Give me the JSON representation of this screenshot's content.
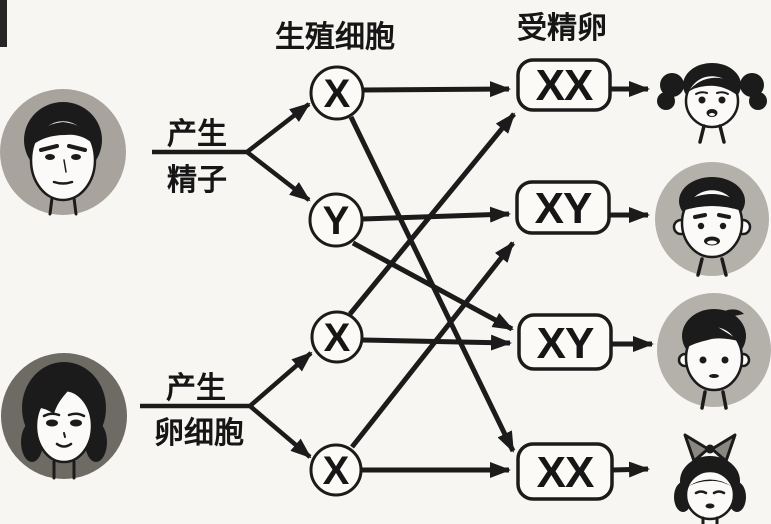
{
  "diagram": {
    "header_gametes": "生殖细胞",
    "header_zygote": "受精卵",
    "father": {
      "role": "father",
      "label_line1": "产生",
      "label_line2": "精子"
    },
    "mother": {
      "role": "mother",
      "label_line1": "产生",
      "label_line2": "卵细胞"
    },
    "gametes": [
      {
        "id": "sperm-x",
        "parent": "father",
        "label": "X"
      },
      {
        "id": "sperm-y",
        "parent": "father",
        "label": "Y"
      },
      {
        "id": "egg-x-1",
        "parent": "mother",
        "label": "X"
      },
      {
        "id": "egg-x-2",
        "parent": "mother",
        "label": "X"
      }
    ],
    "zygotes": [
      {
        "id": "zygote-1",
        "label": "XX",
        "child": "girl"
      },
      {
        "id": "zygote-2",
        "label": "XY",
        "child": "boy"
      },
      {
        "id": "zygote-3",
        "label": "XY",
        "child": "boy"
      },
      {
        "id": "zygote-4",
        "label": "XX",
        "child": "girl"
      }
    ],
    "connections": [
      {
        "from": "sperm-x",
        "to": "zygote-1"
      },
      {
        "from": "sperm-x",
        "to": "zygote-4"
      },
      {
        "from": "sperm-y",
        "to": "zygote-2"
      },
      {
        "from": "sperm-y",
        "to": "zygote-3"
      },
      {
        "from": "egg-x-1",
        "to": "zygote-3"
      },
      {
        "from": "egg-x-1",
        "to": "zygote-1"
      },
      {
        "from": "egg-x-2",
        "to": "zygote-4"
      },
      {
        "from": "egg-x-2",
        "to": "zygote-2"
      }
    ],
    "colors": {
      "ink": "#1b1b1b",
      "paper": "#f7f6f2",
      "father_bg": "#a8a49d",
      "mother_bg": "#6e6b65",
      "boy_bg": "#b4b1ab",
      "bow_gray": "#8a8782"
    }
  }
}
